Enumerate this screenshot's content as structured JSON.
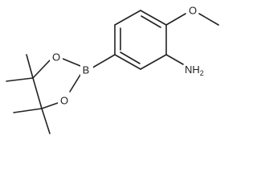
{
  "molecule": {
    "atoms": {
      "boron": "B",
      "ring_oxygen_top": "O",
      "ring_oxygen_bottom": "O",
      "methoxy_oxygen": "O",
      "amine": "NH",
      "amine_subscript": "2"
    }
  }
}
